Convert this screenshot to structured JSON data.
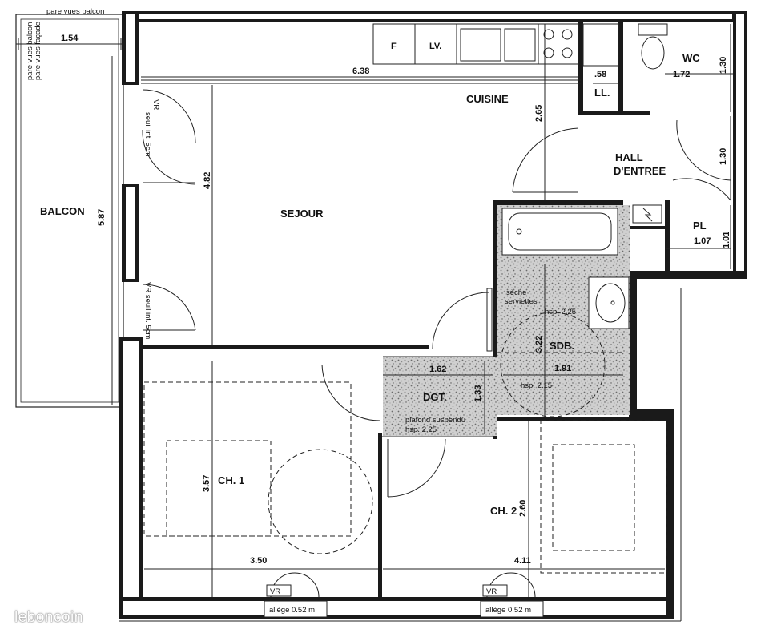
{
  "rooms": {
    "sejour": "SEJOUR",
    "cuisine": "CUISINE",
    "balcon": "BALCON",
    "hall_line1": "HALL",
    "hall_line2": "D'ENTREE",
    "wc": "WC",
    "pl": "PL",
    "ll": "LL.",
    "sdb": "SDB.",
    "dgt": "DGT.",
    "ch1": "CH. 1",
    "ch2": "CH. 2"
  },
  "fixtures": {
    "fridge": "F",
    "dishwasher": "LV."
  },
  "dimensions": {
    "balcon_width": "1.54",
    "balcon_length": "5.87",
    "sejour_length": "6.38",
    "sejour_width": "4.82",
    "cuisine_depth": "2.65",
    "ll_width": ".58",
    "wc_width": "1.72",
    "wc_length": "1.30",
    "hall_length": "1.30",
    "pl_width": "1.07",
    "pl_length": "1.01",
    "sdb_length": "3.22",
    "sdb_width": "1.91",
    "dgt_width": "1.62",
    "dgt_length": "1.33",
    "ch1_length": "3.57",
    "ch1_width": "3.50",
    "ch2_length": "2.60",
    "ch2_width": "4.11"
  },
  "notes": {
    "balcon_top": "pare vues balcon",
    "balcon_side_line1": "pare vues balcon",
    "balcon_side_line2": "pare vues façade",
    "vr_seuil_line1": "VR",
    "vr_seuil_line2": "seuil int. 5cm",
    "vr_seuil2_line1": "VR seuil int. 5cm",
    "seche_line1": "sèche",
    "seche_line2": "serviettes",
    "hsp_sdb_top": "hsp. 2.25",
    "hsp_sdb_bottom": "hsp. 2.15",
    "plafond_line1": "plafond suspendu",
    "plafond_line2": "hsp. 2.25",
    "vr_ch1": "VR",
    "vr_ch2": "VR",
    "allege_ch1": "allège 0.52 m",
    "allege_ch2": "allège 0.52 m"
  },
  "watermark": "leboncoin",
  "colors": {
    "wall": "#1a1a1a",
    "granite": "#c8c8c8"
  }
}
